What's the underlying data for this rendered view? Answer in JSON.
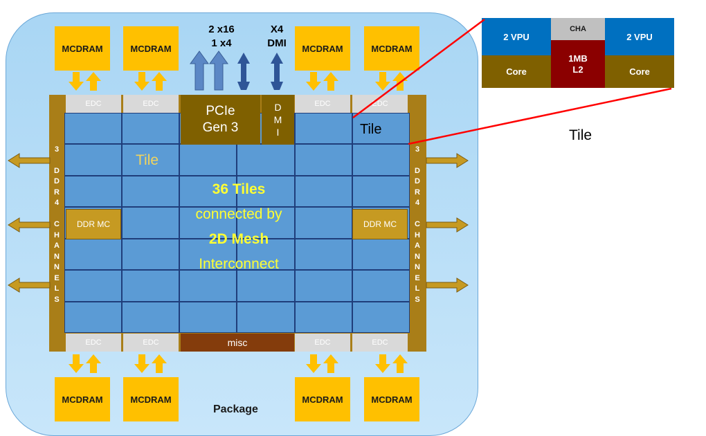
{
  "package": {
    "label": "Package",
    "mcdram_label": "MCDRAM",
    "edc_label": "EDC",
    "pcie": {
      "line1": "PCIe",
      "line2": "Gen 3"
    },
    "dmi_letters": [
      "D",
      "M",
      "I"
    ],
    "misc_label": "misc",
    "io_label_pcie": {
      "line1": "2 x16",
      "line2": "1 x4"
    },
    "io_label_dmi": {
      "line1": "X4",
      "line2": "DMI"
    },
    "ddr_mc_label": "DDR MC",
    "ddr_channels_letters": [
      "3",
      "",
      "D",
      "D",
      "R",
      "4",
      "",
      "C",
      "H",
      "A",
      "N",
      "N",
      "E",
      "L",
      "S"
    ],
    "tile_label_small": "Tile",
    "tile_label_inner": "Tile",
    "center_text": {
      "line1": "36 Tiles",
      "line2": "connected by",
      "line3": "2D Mesh",
      "line4": "Interconnect"
    }
  },
  "tile_detail": {
    "caption": "Tile",
    "vpu_label": "2 VPU",
    "core_label": "Core",
    "cha_label": "CHA",
    "l2_line1": "1MB",
    "l2_line2": "L2"
  },
  "colors": {
    "mcdram": "#ffc000",
    "tile_blue": "#5b9bd5",
    "die_gold": "#a97e18",
    "edc_gray": "#d9d9d9",
    "pcie_brown": "#7f6000",
    "misc_brown": "#843c0c",
    "l2_red": "#8b0000",
    "vpu_blue": "#0070c0",
    "core_brown": "#7f6000",
    "highlight_yellow": "#ffff33",
    "leader_red": "#ff0000"
  }
}
